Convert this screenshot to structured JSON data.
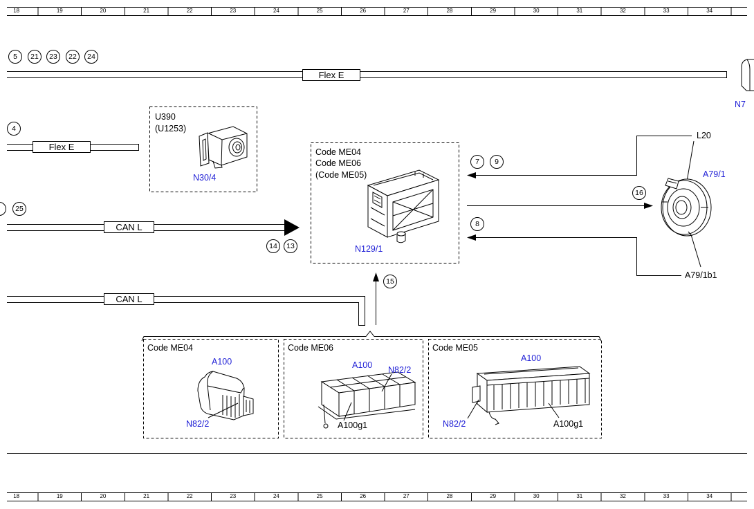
{
  "ruler": {
    "labels": [
      "18",
      "19",
      "20",
      "21",
      "22",
      "23",
      "24",
      "25",
      "26",
      "27",
      "28",
      "29",
      "30",
      "31",
      "32",
      "33",
      "34"
    ]
  },
  "callouts": {
    "top_row": [
      "5",
      "21",
      "23",
      "22",
      "24"
    ],
    "flex_e_left": "4",
    "can_l_upper": [
      "25",
      "14",
      "13"
    ],
    "to_module": [
      "7",
      "9"
    ],
    "to_sensor": "16",
    "from_sensor": "8",
    "from_battery": "15"
  },
  "harness": {
    "flex_e_top": "Flex E",
    "flex_e_left": "Flex E",
    "can_l_upper": "CAN L",
    "can_l_lower": "CAN L"
  },
  "u390_box": {
    "title": "U390",
    "subtitle": "(U1253)",
    "part": "N30/4"
  },
  "n7_part": "N7",
  "module_box": {
    "codes": [
      "Code ME04",
      "Code ME06",
      "(Code ME05)"
    ],
    "part": "N129/1"
  },
  "sensor": {
    "line": "L20",
    "part": "A79/1",
    "subpart": "A79/1b1"
  },
  "variants": [
    {
      "code": "Code ME04",
      "module": "A100",
      "sensor": "N82/2"
    },
    {
      "code": "Code ME06",
      "module": "A100",
      "sensor": "N82/2",
      "cell": "A100g1"
    },
    {
      "code": "Code ME05",
      "module": "A100",
      "sensor": "N82/2",
      "cell": "A100g1"
    }
  ],
  "colors": {
    "reference_text": "#1f1fd6",
    "linework": "#000000",
    "background": "#ffffff"
  }
}
